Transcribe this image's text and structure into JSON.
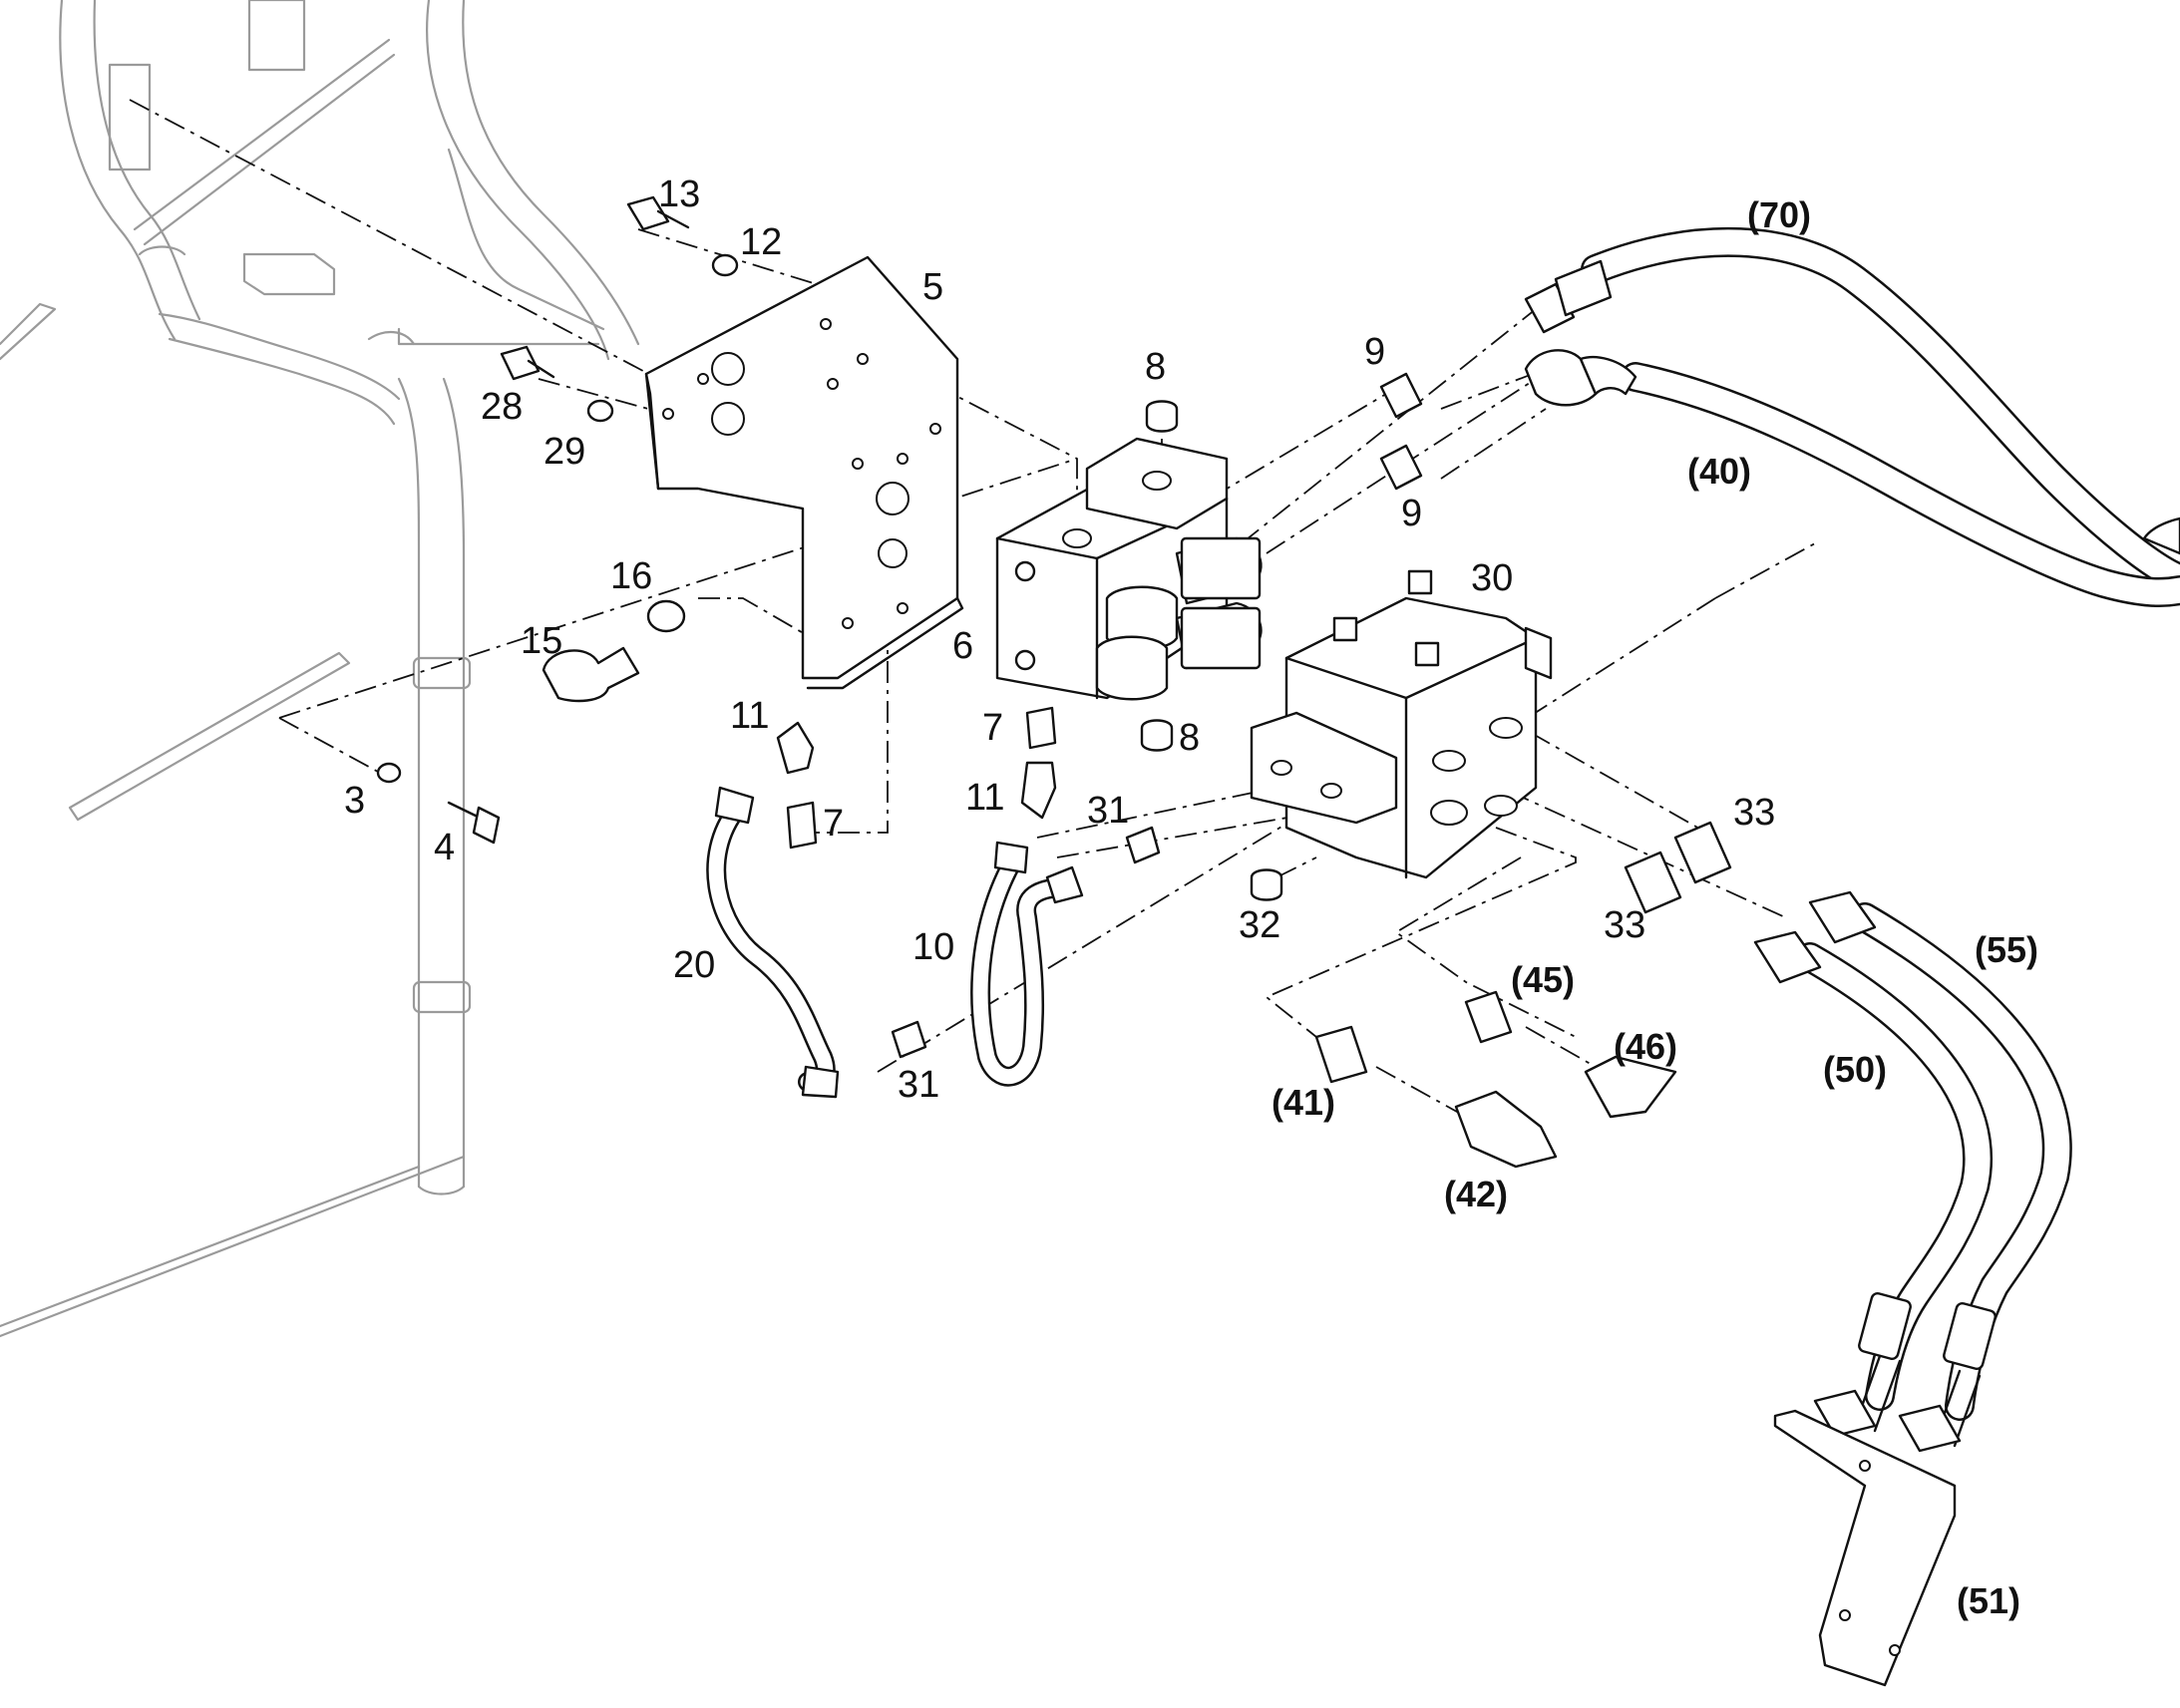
{
  "diagram": {
    "line_color": "#111111",
    "ghost_color": "#9a9a9a",
    "background": "#ffffff",
    "callouts": [
      {
        "id": "c13",
        "text": "13"
      },
      {
        "id": "c12",
        "text": "12"
      },
      {
        "id": "c5",
        "text": "5"
      },
      {
        "id": "c28",
        "text": "28"
      },
      {
        "id": "c29",
        "text": "29"
      },
      {
        "id": "c8a",
        "text": "8"
      },
      {
        "id": "c9a",
        "text": "9"
      },
      {
        "id": "c9b",
        "text": "9"
      },
      {
        "id": "c16",
        "text": "16"
      },
      {
        "id": "c15",
        "text": "15"
      },
      {
        "id": "c6",
        "text": "6"
      },
      {
        "id": "c30",
        "text": "30"
      },
      {
        "id": "c11a",
        "text": "11"
      },
      {
        "id": "c7a",
        "text": "7"
      },
      {
        "id": "c8b",
        "text": "8"
      },
      {
        "id": "c7b",
        "text": "7"
      },
      {
        "id": "c11b",
        "text": "11"
      },
      {
        "id": "c31a",
        "text": "31"
      },
      {
        "id": "c3",
        "text": "3"
      },
      {
        "id": "c4",
        "text": "4"
      },
      {
        "id": "c33a",
        "text": "33"
      },
      {
        "id": "c33b",
        "text": "33"
      },
      {
        "id": "c32",
        "text": "32"
      },
      {
        "id": "c10",
        "text": "10"
      },
      {
        "id": "c20",
        "text": "20"
      },
      {
        "id": "c31b",
        "text": "31"
      }
    ],
    "references": [
      {
        "id": "r70",
        "text": "(70)"
      },
      {
        "id": "r40",
        "text": "(40)"
      },
      {
        "id": "r55",
        "text": "(55)"
      },
      {
        "id": "r45",
        "text": "(45)"
      },
      {
        "id": "r46",
        "text": "(46)"
      },
      {
        "id": "r50",
        "text": "(50)"
      },
      {
        "id": "r41",
        "text": "(41)"
      },
      {
        "id": "r42",
        "text": "(42)"
      },
      {
        "id": "r51",
        "text": "(51)"
      }
    ]
  }
}
